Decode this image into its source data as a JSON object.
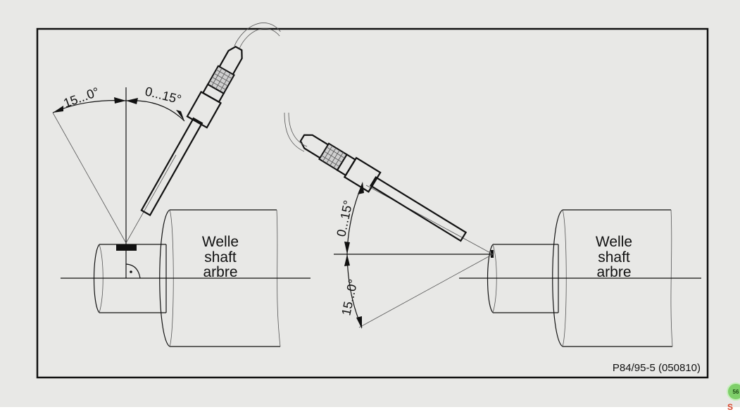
{
  "diagram": {
    "shaft_label_left": [
      "Welle",
      "shaft",
      "arbre"
    ],
    "shaft_label_right": [
      "Welle",
      "shaft",
      "arbre"
    ],
    "angle_left_outer": "15...0°",
    "angle_left_inner": "0...15°",
    "angle_right_upper": "0...15°",
    "angle_right_lower": "15...0°",
    "figure_code": "P84/95-5 (050810)"
  },
  "tray": {
    "badge_text": "56",
    "badge_icon": "S"
  }
}
